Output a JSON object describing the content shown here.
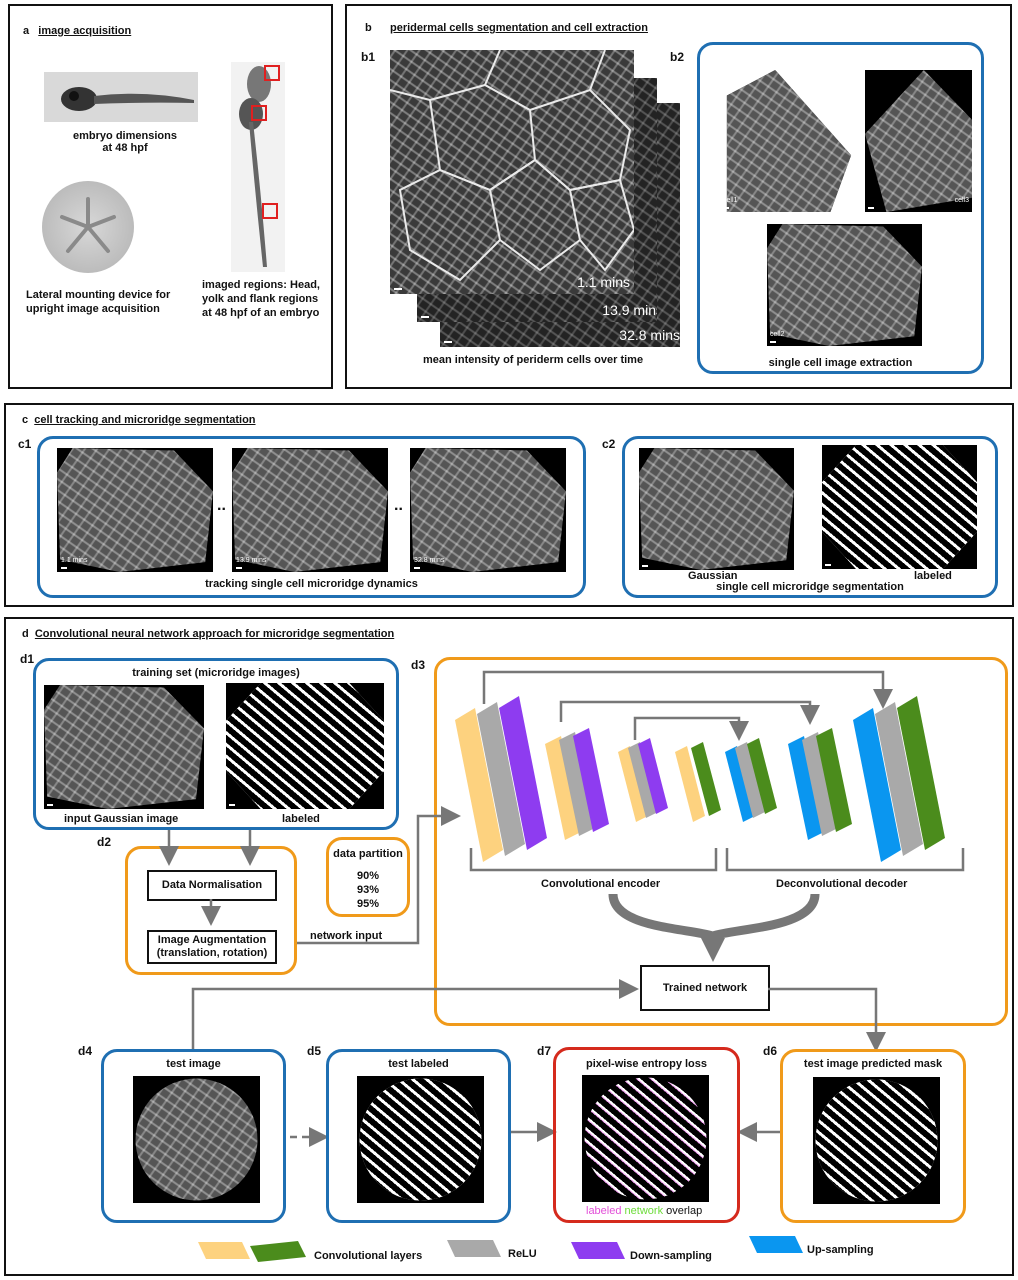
{
  "panel_a": {
    "letter": "a",
    "title": "image acquisition",
    "embryo_caption_1": "embryo dimensions",
    "embryo_caption_2": "at 48 hpf",
    "device_caption_1": "Lateral mounting device for",
    "device_caption_2": "upright image acquisition",
    "regions_caption_1": "imaged regions: Head,",
    "regions_caption_2": "yolk and flank regions",
    "regions_caption_3": "at 48 hpf of an embryo"
  },
  "panel_b": {
    "letter": "b",
    "title": "peridermal cells segmentation and cell extraction",
    "b1": "b1",
    "b2": "b2",
    "time_1": "1.1 mins",
    "time_2": "13.9 mins",
    "time_3": "32.8 mins",
    "b1_caption": "mean intensity of periderm cells over time",
    "b2_caption": "single cell image extraction",
    "cell1": "cell1",
    "cell2": "cell2",
    "cell3": "cell3"
  },
  "panel_c": {
    "letter": "c",
    "title": "cell tracking and microridge segmentation",
    "c1": "c1",
    "c2": "c2",
    "time_1": "1.1 mins",
    "time_2": "13.9 mins",
    "time_3": "32.8 mins",
    "ellipsis": "..",
    "c1_caption": "tracking single cell microridge dynamics",
    "gaussian": "Gaussian",
    "labeled": "labeled",
    "c2_caption": "single cell microridge segmentation"
  },
  "panel_d": {
    "letter": "d",
    "title": "Convolutional neural network approach for microridge segmentation",
    "d1": "d1",
    "d2": "d2",
    "d3": "d3",
    "d4": "d4",
    "d5": "d5",
    "d6": "d6",
    "d7": "d7",
    "training_title": "training set (microridge images)",
    "input_caption": "input Gaussian  image",
    "labeled_caption": "labeled",
    "data_norm": "Data Normalisation",
    "augmentation_1": "Image Augmentation",
    "augmentation_2": "(translation, rotation)",
    "partition_title": "data partition",
    "partitions": [
      "90%",
      "93%",
      "95%"
    ],
    "network_input": "network input",
    "encoder": "Convolutional encoder",
    "decoder": "Deconvolutional decoder",
    "trained": "Trained  network",
    "test_image": "test image",
    "test_labeled": "test labeled",
    "entropy": "pixel-wise entropy loss",
    "predicted": "test image predicted mask",
    "overlap_labeled": "labeled",
    "overlap_network": "network",
    "overlap_overlap": "overlap"
  },
  "legend": {
    "conv": "Convolutional layers",
    "relu": "ReLU",
    "down": "Down-sampling",
    "up": "Up-sampling"
  },
  "colors": {
    "conv_yellow": "#fdd27f",
    "conv_green": "#4b8c1c",
    "relu_gray": "#a9a9a9",
    "down_purple": "#8e3cf0",
    "up_blue": "#0a96f0",
    "box_blue": "#1f6fb2",
    "box_orange": "#f09a1a",
    "box_red": "#d52a1d"
  }
}
